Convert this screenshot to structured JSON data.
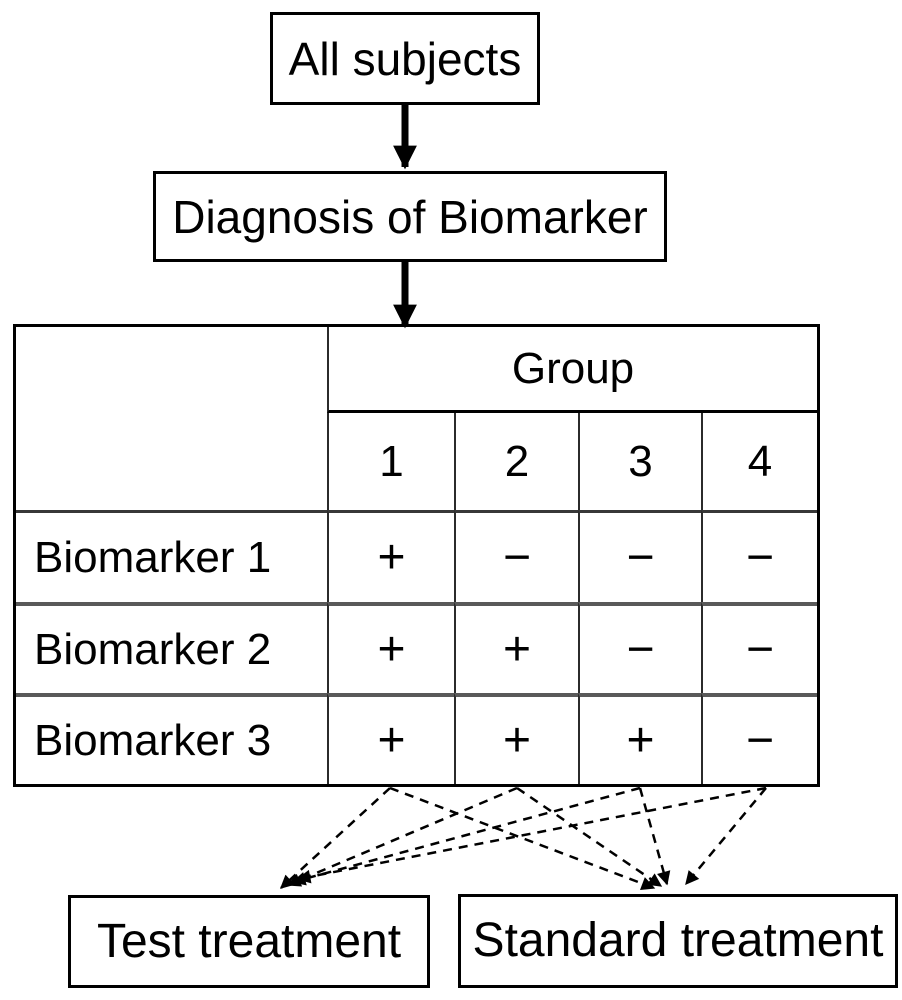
{
  "diagram": {
    "boxes": {
      "all_subjects": "All subjects",
      "diagnosis": "Diagnosis of Biomarker",
      "test_treatment": "Test treatment",
      "standard_treatment": "Standard treatment"
    },
    "table": {
      "group_header": "Group",
      "group_numbers": [
        "1",
        "2",
        "3",
        "4"
      ],
      "rows": [
        {
          "label": "Biomarker 1",
          "values": [
            "+",
            "−",
            "−",
            "−"
          ]
        },
        {
          "label": "Biomarker 2",
          "values": [
            "+",
            "+",
            "−",
            "−"
          ]
        },
        {
          "label": "Biomarker 3",
          "values": [
            "+",
            "+",
            "+",
            "−"
          ]
        }
      ]
    },
    "colors": {
      "line": "#000000",
      "row_separator": "#595959",
      "border": "#000000",
      "background": "#ffffff"
    }
  }
}
